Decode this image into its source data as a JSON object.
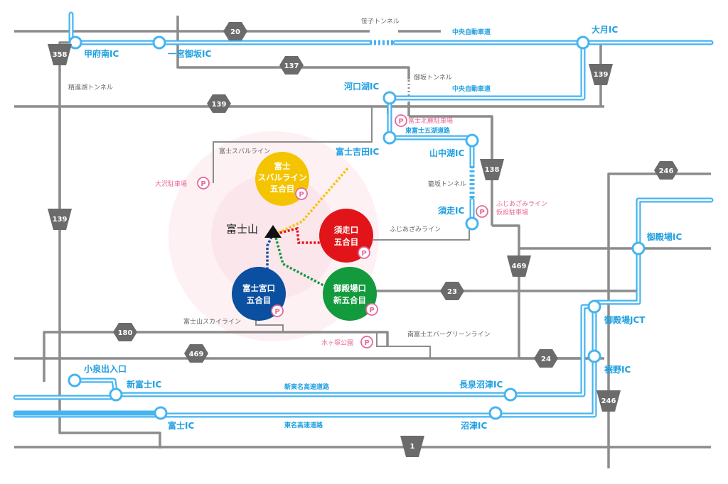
{
  "map": {
    "mountain": "富士山",
    "stations": [
      {
        "lines": [
          "富士",
          "スバルライン",
          "五合目"
        ],
        "color": "#f5c400",
        "trail": "#f5c400"
      },
      {
        "lines": [
          "須走口",
          "五合目"
        ],
        "color": "#e11419",
        "trail": "#e11419"
      },
      {
        "lines": [
          "富士宮口",
          "五合目"
        ],
        "color": "#0a4fa0",
        "trail": "#0a4fa0"
      },
      {
        "lines": [
          "御殿場口",
          "新五合目"
        ],
        "color": "#129a3c",
        "trail": "#129a3c"
      }
    ],
    "ic_labels": [
      "甲府南IC",
      "一宮御坂IC",
      "大月IC",
      "河口湖IC",
      "富士吉田IC",
      "山中湖IC",
      "須走IC",
      "御殿場IC",
      "御殿場JCT",
      "裾野IC",
      "小泉出入口",
      "新富士IC",
      "長泉沼津IC",
      "富士IC",
      "沼津IC"
    ],
    "expressway_names": [
      "中央自動車道",
      "中央自動車道",
      "東富士五湖道路",
      "新東名高速道路",
      "東名高速道路"
    ],
    "road_names": [
      "富士スバルライン",
      "ふじあざみライン",
      "富士山スカイライン",
      "南富士エバーグリーンライン"
    ],
    "tunnels": [
      "笹子トンネル",
      "御坂トンネル",
      "精進湖トンネル",
      "籠坂トンネル"
    ],
    "parking": [
      "富士北麓駐車場",
      "大沢駐車場",
      "ふじあざみライン\n仮設駐車場",
      "水ヶ塚公園"
    ],
    "route_shields": [
      "20",
      "358",
      "137",
      "139",
      "139",
      "139",
      "138",
      "246",
      "246",
      "469",
      "469",
      "23",
      "180",
      "24",
      "1"
    ],
    "parking_icon": "P",
    "colors": {
      "expressway": "#46b4f0",
      "road": "#8c8c8c",
      "parking": "#e8689a",
      "halo": "#fbe6ec"
    }
  }
}
